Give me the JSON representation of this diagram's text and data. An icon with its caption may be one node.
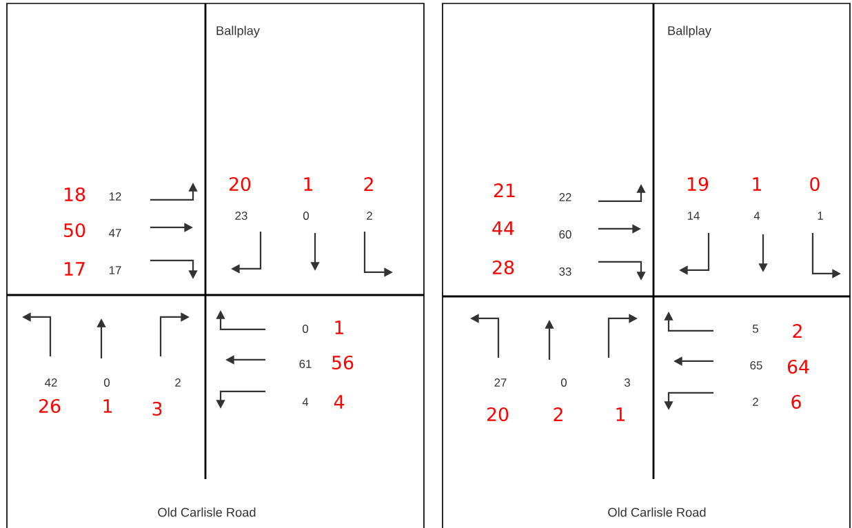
{
  "diagram": {
    "labels": [
      "Ballplay",
      "20",
      "1",
      "2",
      "18",
      "12",
      "23",
      "0",
      "2",
      "50",
      "47",
      "17",
      "17",
      "0",
      "1",
      "61",
      "56",
      "42",
      "0",
      "2",
      "26",
      "1",
      "3",
      "4",
      "4",
      "Old Carlisle Road",
      "Ballplay",
      "19",
      "1",
      "0",
      "21",
      "22",
      "14",
      "4",
      "1",
      "44",
      "60",
      "28",
      "33",
      "5",
      "2",
      "65",
      "64",
      "27",
      "0",
      "3",
      "2",
      "6",
      "20",
      "2",
      "1",
      "Old Carlisle Road"
    ]
  }
}
